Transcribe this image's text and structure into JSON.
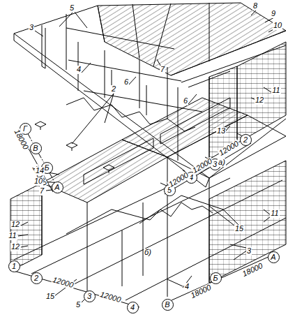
{
  "diagram": {
    "nodes": [
      {
        "text": [
          "Г"
        ]
      },
      {
        "text": [
          "В"
        ]
      },
      {
        "text": [
          "Б"
        ]
      },
      {
        "text": [
          "А"
        ]
      },
      {
        "text": [
          "5"
        ]
      },
      {
        "text": [
          "4"
        ]
      },
      {
        "text": [
          "3"
        ]
      },
      {
        "text": [
          "2"
        ]
      },
      {
        "text": [
          "1"
        ]
      },
      {
        "text": [
          "2"
        ]
      },
      {
        "text": [
          "3"
        ]
      },
      {
        "text": [
          "4"
        ]
      },
      {
        "text": [
          "В"
        ]
      },
      {
        "text": [
          "Б"
        ]
      },
      {
        "text": [
          "А"
        ]
      }
    ],
    "edges": [
      {
        "from": 0,
        "to": 1,
        "arrow": "none"
      },
      {
        "from": 1,
        "to": 2,
        "arrow": "none"
      },
      {
        "from": 2,
        "to": 3,
        "arrow": "none"
      }
    ],
    "labels": [
      "5",
      "3",
      "4",
      "7",
      "6",
      "6",
      "8",
      "9",
      "10",
      "11",
      "12",
      "13",
      "2",
      "1",
      "а)",
      "18000",
      "18000",
      "12000",
      "12000",
      "12000",
      "14",
      "10",
      "7",
      "12",
      "11",
      "12",
      "11",
      "3",
      "15",
      "15",
      "5",
      "4",
      "б)",
      "12000",
      "12000",
      "18000",
      "18000"
    ]
  }
}
